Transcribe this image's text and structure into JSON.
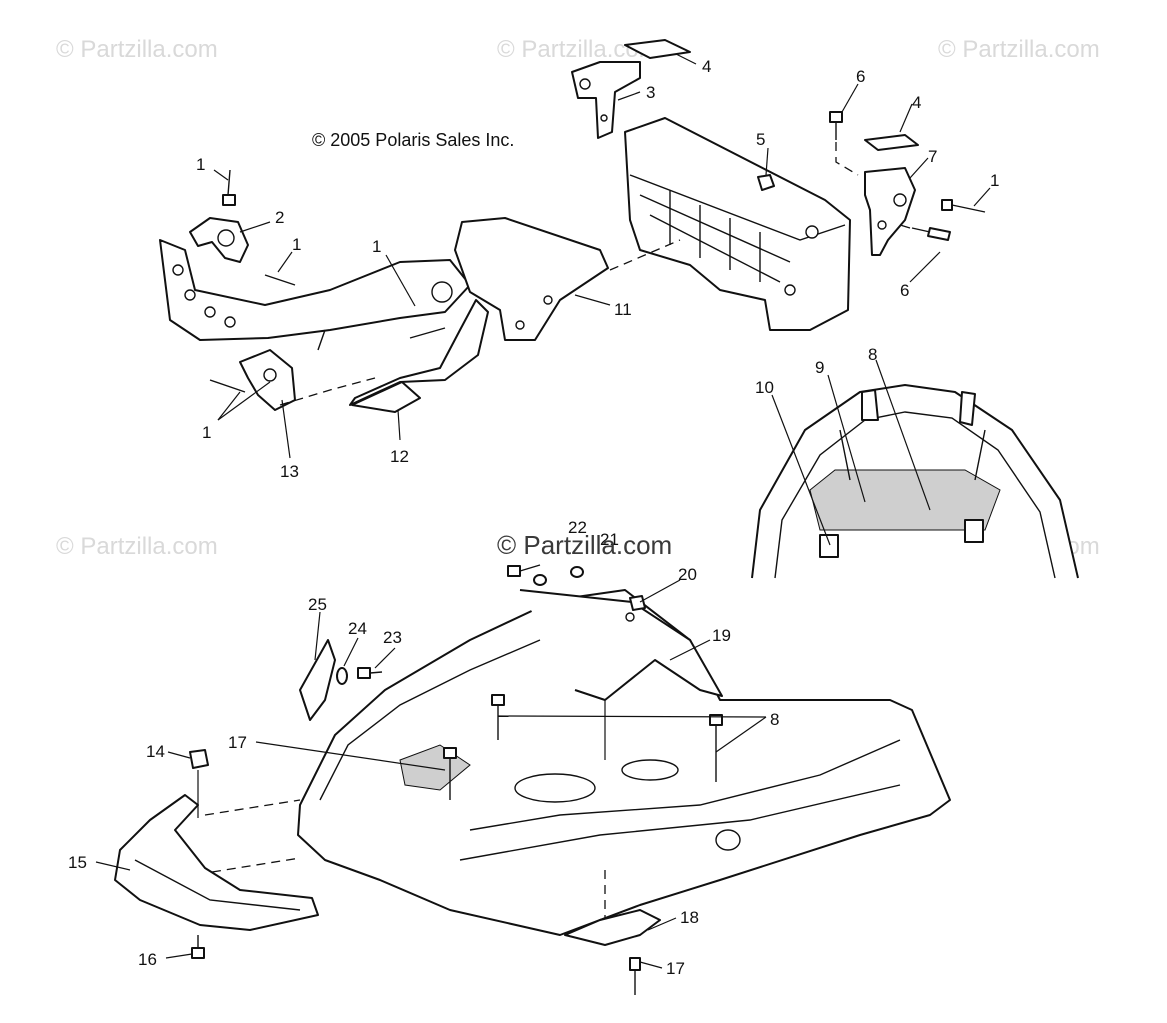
{
  "watermarks": {
    "top_left": "© Partzilla.com",
    "top_center": "© Partzilla.com",
    "top_right": "© Partzilla.com",
    "mid_left": "© Partzilla.com",
    "mid_center": "© Partzilla.com",
    "mid_right": "© Partzilla.com"
  },
  "copyright": "© 2005 Polaris Sales Inc.",
  "callouts": {
    "c1": "1",
    "c2": "2",
    "c3": "3",
    "c4": "4",
    "c5": "5",
    "c6": "6",
    "c7": "7",
    "c8": "8",
    "c9": "9",
    "c10": "10",
    "c11": "11",
    "c12": "12",
    "c13": "13",
    "c14": "14",
    "c15": "15",
    "c16": "16",
    "c17": "17",
    "c18": "18",
    "c19": "19",
    "c20": "20",
    "c21": "21",
    "c22": "22",
    "c23": "23",
    "c24": "24",
    "c25": "25"
  },
  "colors": {
    "line": "#111111",
    "watermark": "#d9d9d9",
    "background": "#ffffff"
  }
}
